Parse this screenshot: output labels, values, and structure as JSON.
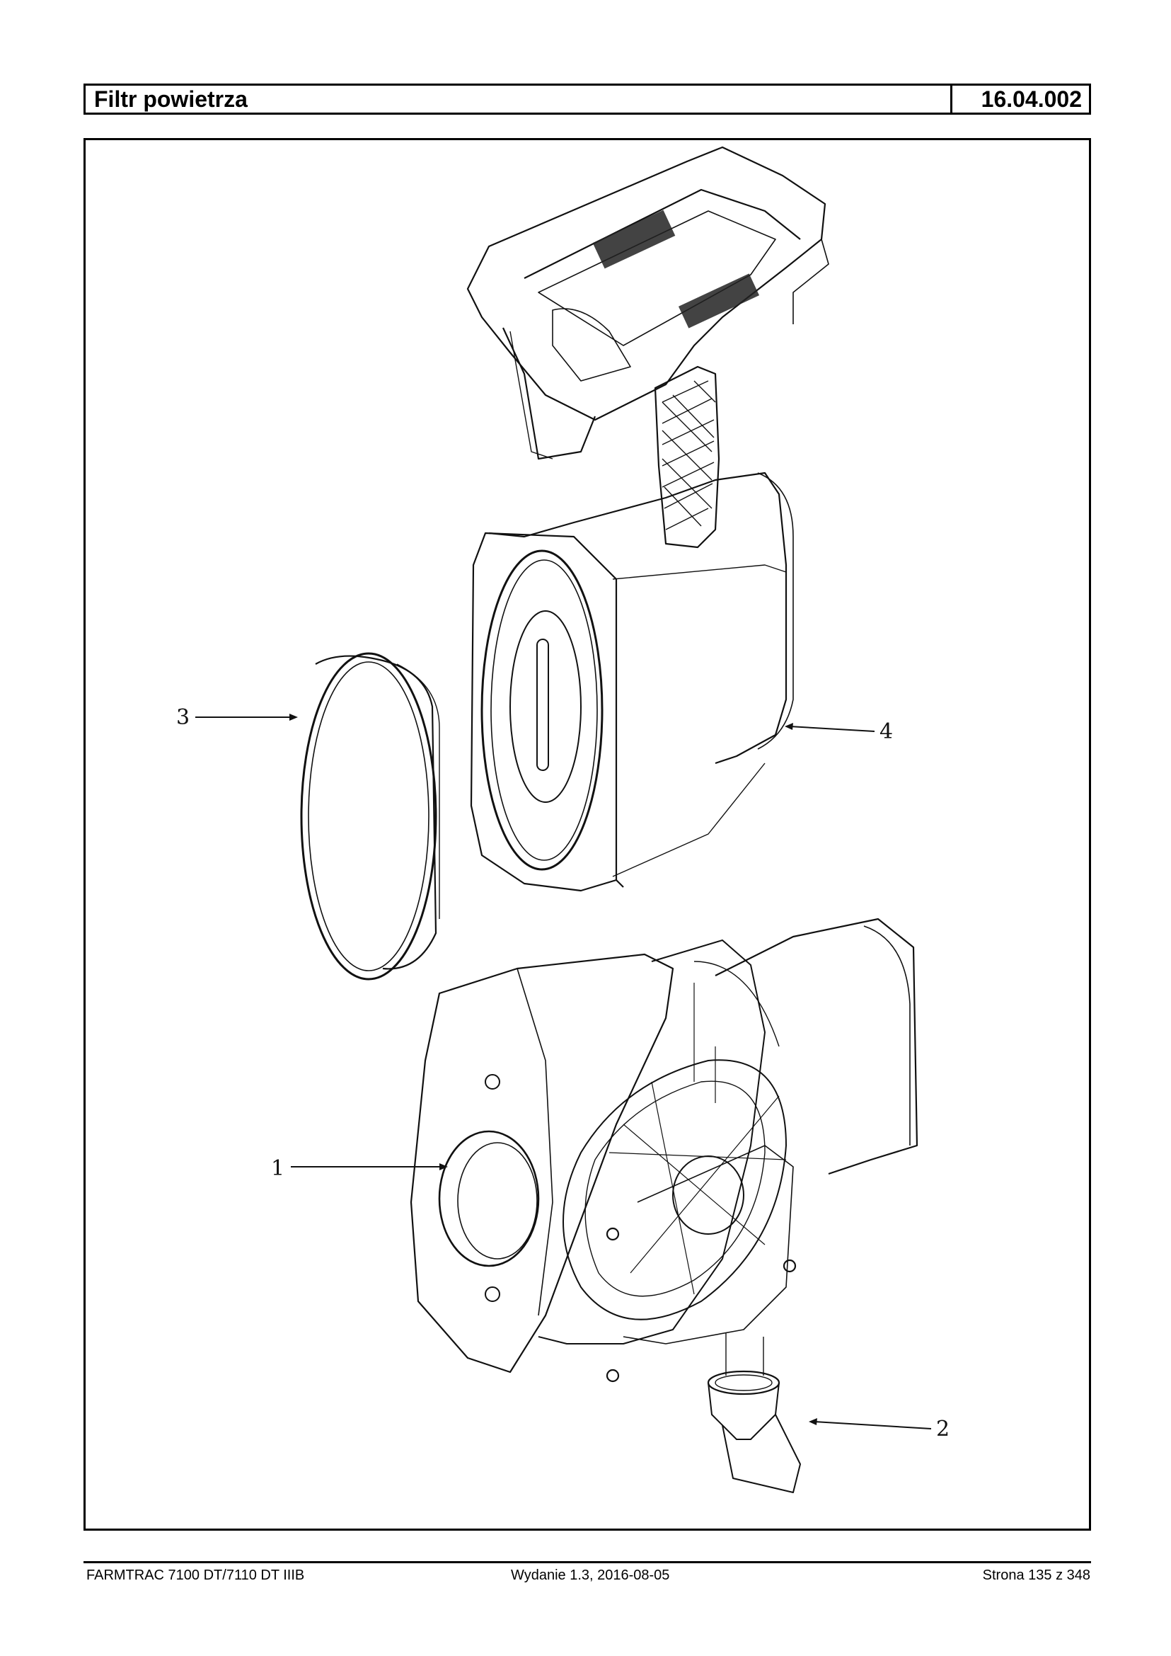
{
  "header": {
    "title": "Filtr powietrza",
    "code": "16.04.002"
  },
  "callouts": {
    "c1": "1",
    "c2": "2",
    "c3": "3",
    "c4": "4"
  },
  "footer": {
    "left": "FARMTRAC 7100 DT/7110 DT IIIB",
    "middle": "Wydanie 1.3,  2016-08-05",
    "right": "Strona 135 z 348"
  }
}
